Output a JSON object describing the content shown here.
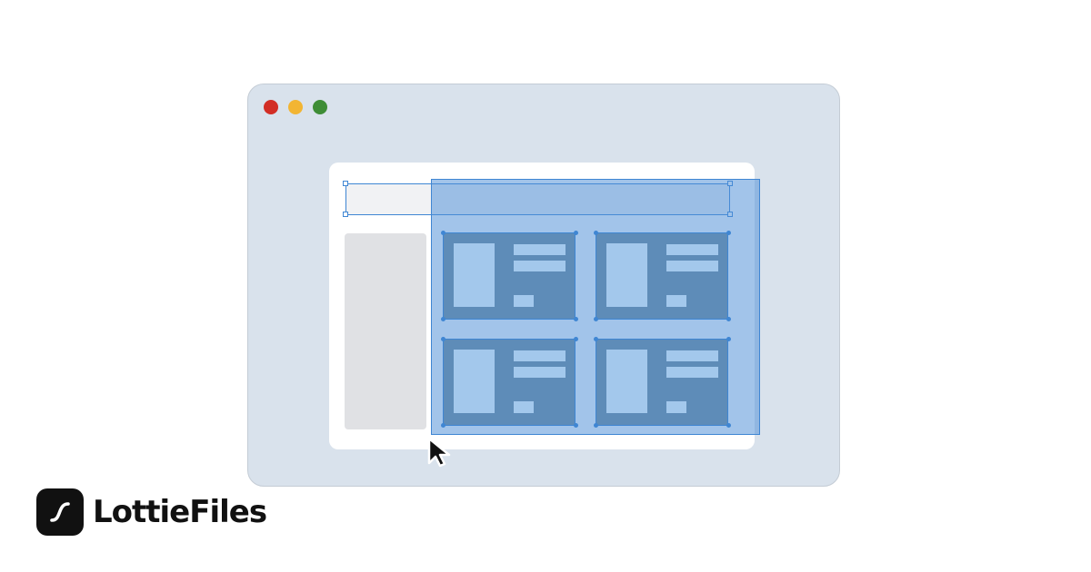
{
  "brand": {
    "name": "LottieFiles",
    "logo_icon": "lottiefiles-logo-icon"
  },
  "window": {
    "controls": [
      {
        "name": "close",
        "color": "#d22e25"
      },
      {
        "name": "minimize",
        "color": "#f2b533"
      },
      {
        "name": "maximize",
        "color": "#3e8d36"
      }
    ]
  },
  "colors": {
    "window_bg": "#d9e2ec",
    "selection": "#3f86d3",
    "card_bg": "#5e8cb8",
    "card_content": "#a3c8ec",
    "brand_text": "#111111"
  },
  "cursor_icon": "arrow-cursor-icon"
}
